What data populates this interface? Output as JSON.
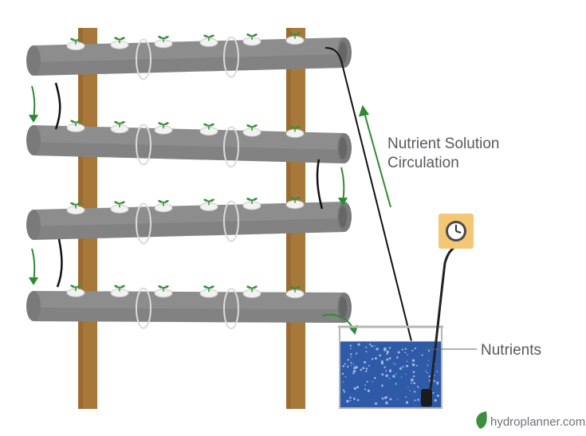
{
  "labels": {
    "circulation_line1": "Nutrient Solution",
    "circulation_line2": "Circulation",
    "nutrients": "Nutrients"
  },
  "brand": {
    "name": "hydroplanner.com",
    "icon": "leaf-icon"
  },
  "components": {
    "pipes": 4,
    "plants_per_pipe": 6
  },
  "colors": {
    "post": "#a8773a",
    "pipe": "#8d8d8d",
    "pipe_dark": "#6f6f6f",
    "pipe_end": "#7a7a7a",
    "arrow": "#2e8b34",
    "water": "#2f5aa8",
    "timer_plate": "#f3c774",
    "leaf": "#3c8f3c"
  }
}
